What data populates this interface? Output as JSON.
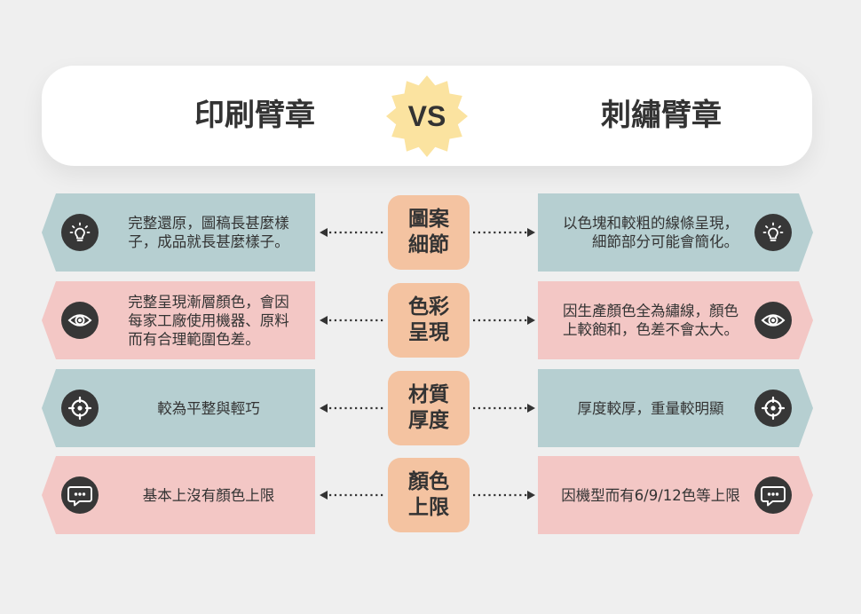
{
  "header": {
    "left_title": "印刷臂章",
    "vs": "VS",
    "right_title": "刺繡臂章"
  },
  "colors": {
    "teal_card": "#b6cfd1",
    "pink_card": "#f3c7c5",
    "center_label": "#f4c3a1",
    "vs_badge": "#fbe3a0",
    "icon_bg": "#373737"
  },
  "rows": [
    {
      "color": "teal",
      "icon": "lightbulb-icon",
      "label": [
        "圖案",
        "細節"
      ],
      "left_lines": [
        "完整還原，圖稿長甚麼樣",
        "子，成品就長甚麼樣子。"
      ],
      "right_lines": [
        "以色塊和較粗的線條呈現，",
        "細節部分可能會簡化。"
      ]
    },
    {
      "color": "pink",
      "icon": "eye-icon",
      "label": [
        "色彩",
        "呈現"
      ],
      "left_lines": [
        "完整呈現漸層顏色，會因",
        "每家工廠使用機器、原料",
        "而有合理範圍色差。"
      ],
      "right_lines": [
        "因生產顏色全為繡線，顏色",
        "上較飽和，色差不會太大。"
      ]
    },
    {
      "color": "teal",
      "icon": "target-icon",
      "label": [
        "材質",
        "厚度"
      ],
      "left_lines": [
        "較為平整與輕巧"
      ],
      "right_lines": [
        "厚度較厚，重量較明顯"
      ]
    },
    {
      "color": "pink",
      "icon": "chat-bubble-icon",
      "label": [
        "顏色",
        "上限"
      ],
      "left_lines": [
        "基本上沒有顏色上限"
      ],
      "right_lines": [
        "因機型而有6/9/12色等上限"
      ]
    }
  ]
}
